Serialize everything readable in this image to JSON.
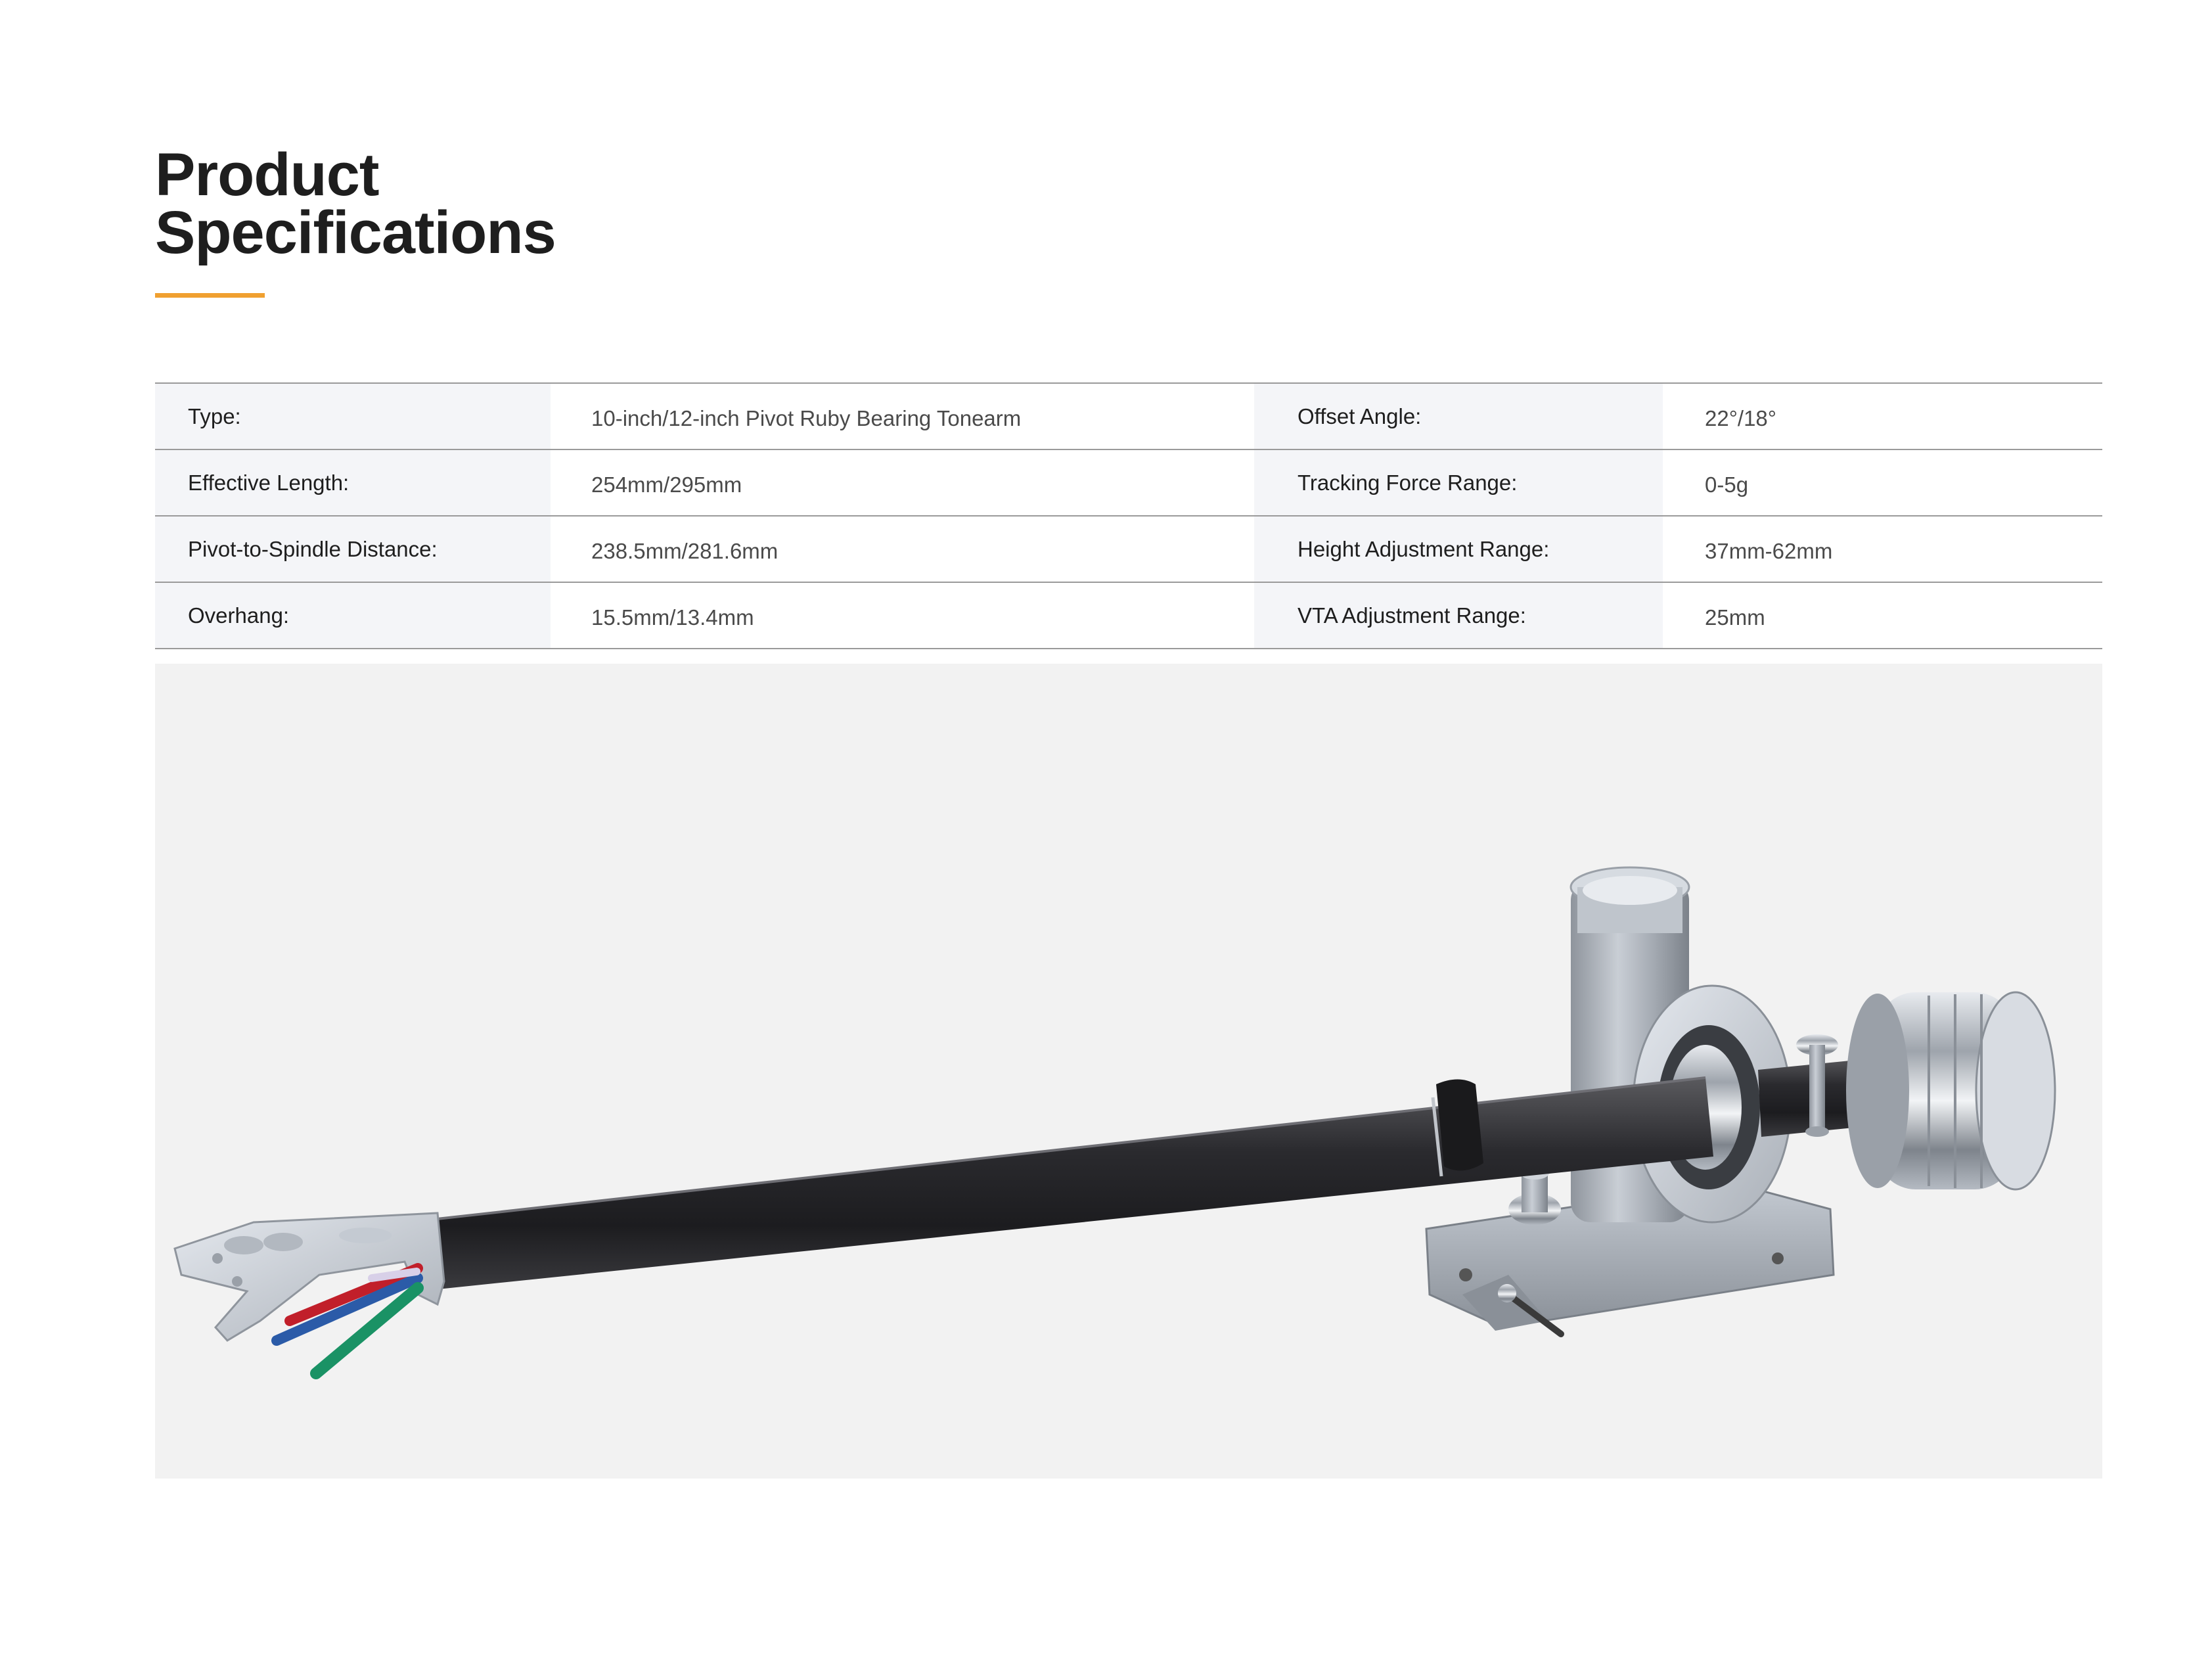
{
  "page": {
    "title_line1": "Product",
    "title_line2": "Specifications",
    "accent_color": "#f0a030"
  },
  "specs": [
    {
      "left_label": "Type:",
      "left_value": "10-inch/12-inch Pivot Ruby Bearing Tonearm",
      "right_label": "Offset Angle:",
      "right_value": "22°/18°"
    },
    {
      "left_label": "Effective Length:",
      "left_value": "254mm/295mm",
      "right_label": "Tracking Force Range:",
      "right_value": "0-5g"
    },
    {
      "left_label": "Pivot-to-Spindle Distance:",
      "left_value": "238.5mm/281.6mm",
      "right_label": "Height Adjustment Range:",
      "right_value": "37mm-62mm"
    },
    {
      "left_label": "Overhang:",
      "left_value": "15.5mm/13.4mm",
      "right_label": "VTA Adjustment Range:",
      "right_value": "25mm"
    }
  ],
  "product_image": {
    "subject": "tonearm-illustration"
  }
}
